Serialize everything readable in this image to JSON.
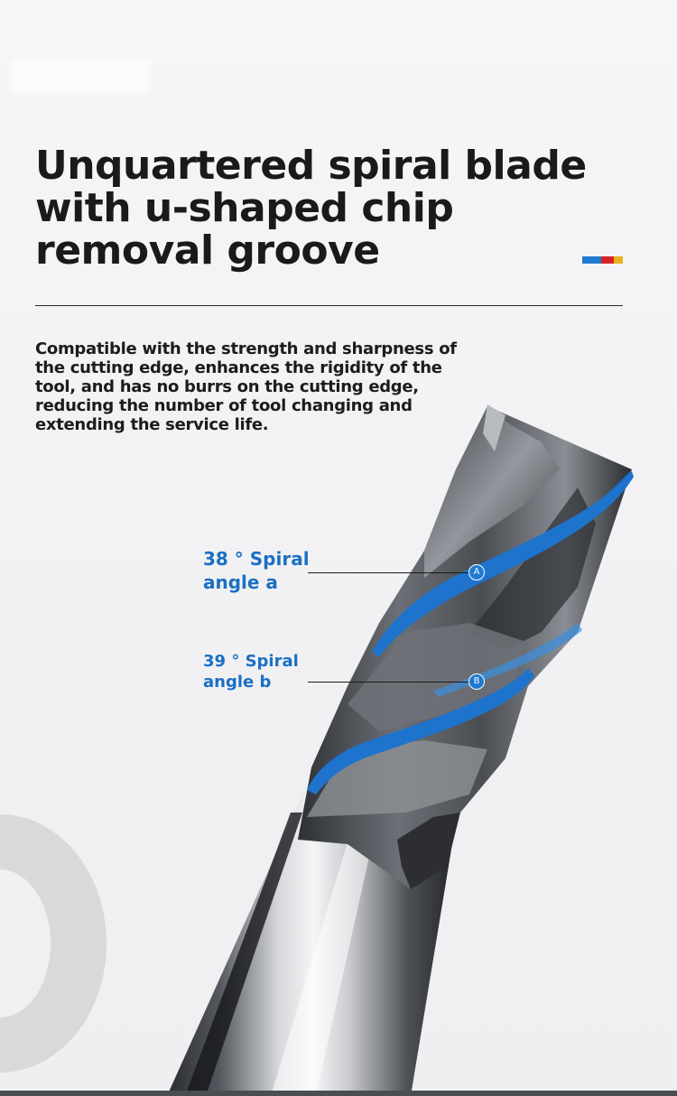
{
  "heading": {
    "line1": "Unquartered spiral blade",
    "line2": "with u-shaped chip",
    "line3": "removal groove"
  },
  "accent_colors": {
    "blue": "#1f7ad0",
    "red": "#d8232a",
    "yellow": "#e8b21c",
    "label_blue": "#1b6fc4"
  },
  "description": {
    "line1": "Compatible with the strength and sharpness of",
    "line2": "the cutting edge, enhances the rigidity of the",
    "line3": "tool, and has no burrs on the cutting edge,",
    "line4": "reducing the number of tool changing and",
    "line5": "extending the service life."
  },
  "callouts": {
    "a": {
      "line1": "38 ° Spiral",
      "line2": "angle a",
      "marker": "A"
    },
    "b": {
      "line1": "39 ° Spiral",
      "line2": "angle b",
      "marker": "B"
    }
  },
  "illustration": {
    "icon": "end-mill-cutter-icon",
    "decoration": "ring-decoration-icon"
  }
}
